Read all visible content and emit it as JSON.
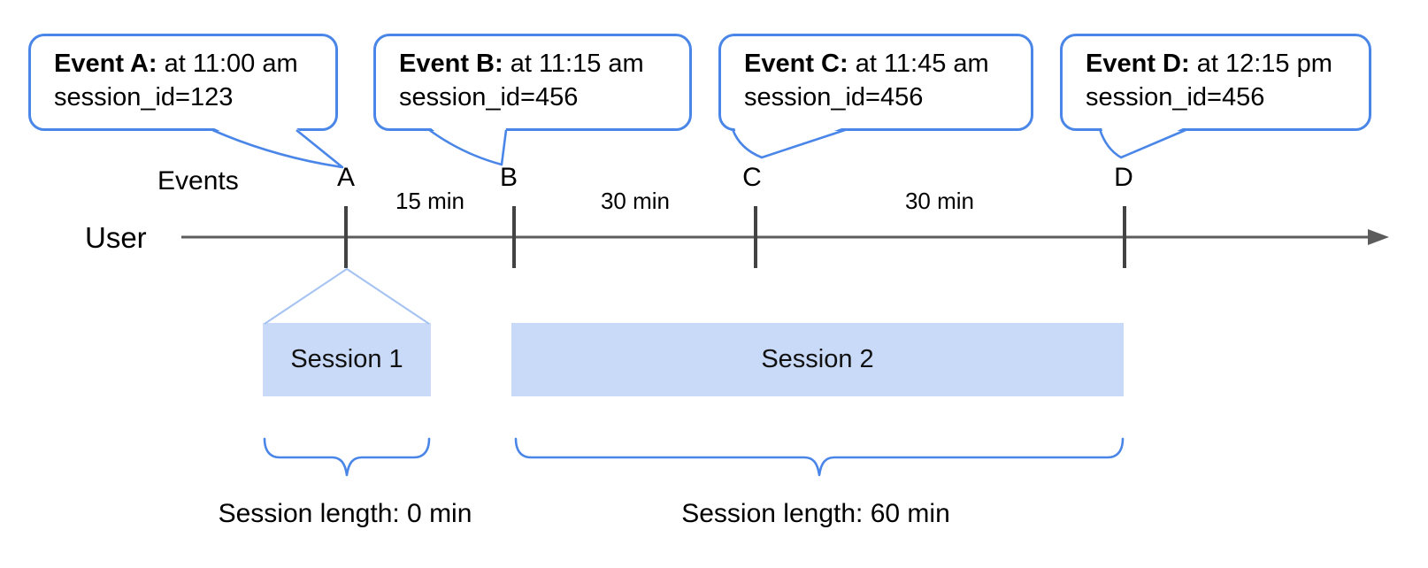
{
  "diagram": {
    "axis": {
      "events_label": "Events",
      "user_label": "User"
    },
    "events": [
      {
        "letter": "A",
        "title": "Event A:",
        "time": "at 11:00 am",
        "session_id": "session_id=123"
      },
      {
        "letter": "B",
        "title": "Event B:",
        "time": "at 11:15 am",
        "session_id": "session_id=456"
      },
      {
        "letter": "C",
        "title": "Event C:",
        "time": "at 11:45 am",
        "session_id": "session_id=456"
      },
      {
        "letter": "D",
        "title": "Event D:",
        "time": "at 12:15 pm",
        "session_id": "session_id=456"
      }
    ],
    "intervals": [
      "15 min",
      "30 min",
      "30 min"
    ],
    "sessions": [
      {
        "label": "Session 1",
        "length_label": "Session length: 0 min"
      },
      {
        "label": "Session 2",
        "length_label": "Session length: 60 min"
      }
    ],
    "colors": {
      "accent_blue": "#4a86e8",
      "session_fill": "#c9daf8",
      "funnel_blue": "#a4c2f4",
      "timeline_gray": "#5c5c5c"
    }
  }
}
